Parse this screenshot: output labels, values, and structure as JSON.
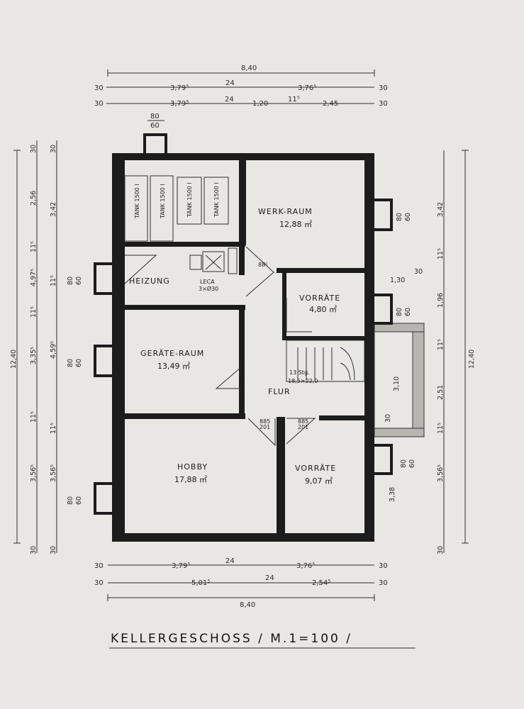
{
  "title": "KELLERGESCHOSS / M.1=100 /",
  "top_dims": {
    "overall": "8,40",
    "row1": [
      "30",
      "3,79⁵",
      "24",
      "3,76⁵",
      "30"
    ],
    "row2": [
      "30",
      "3,79⁵",
      "24",
      "1,20",
      "11⁵",
      "2,45",
      "30"
    ],
    "window_top": [
      "80",
      "60"
    ]
  },
  "bottom_dims": {
    "row1": [
      "30",
      "3,79⁵",
      "24",
      "3,76⁵",
      "30"
    ],
    "row2": [
      "30",
      "5,01⁵",
      "24",
      "2,54⁵",
      "30"
    ],
    "overall": "8,40"
  },
  "left_dims": {
    "overall": "12,40",
    "outer": [
      "30",
      "2,56",
      "11⁵",
      "4,97⁵",
      "11⁵",
      "3,35⁵",
      "11⁵",
      "3,56⁵",
      "30"
    ],
    "inner": [
      "30",
      "3,42",
      "11⁵",
      "4,59⁵",
      "11⁵",
      "3,56⁵",
      "30"
    ],
    "windows": [
      [
        "80",
        "60"
      ],
      [
        "80",
        "60"
      ],
      [
        "80",
        "60"
      ]
    ]
  },
  "right_dims": {
    "overall": "12,40",
    "inner": [
      "3,42",
      "11⁵",
      "1,96",
      "11⁵",
      "2,51",
      "11⁵",
      "3,56⁵",
      "30"
    ],
    "windows": [
      [
        "80",
        "60"
      ],
      [
        "80",
        "60"
      ],
      [
        "80",
        "60"
      ]
    ],
    "misc": [
      "1,30",
      "30",
      "3,10",
      "30",
      "3,38"
    ]
  },
  "rooms": [
    {
      "name": "WERK-RAUM",
      "area": "12,88 ㎡"
    },
    {
      "name": "HEIZUNG",
      "area": ""
    },
    {
      "name": "VORRÄTE",
      "area": "4,80 ㎡"
    },
    {
      "name": "GERÄTE-RAUM",
      "area": "13,49 ㎡"
    },
    {
      "name": "FLUR",
      "area": ""
    },
    {
      "name": "HOBBY",
      "area": "17,88 ㎡"
    },
    {
      "name": "VORRÄTE",
      "area": "9,07 ㎡"
    }
  ],
  "tanks": [
    "TANK 1500 l",
    "TANK 1500 l",
    "TANK 1500 l",
    "TANK 1500 l"
  ],
  "labels": {
    "leca": "LECA",
    "leca_size": "3×Ø30",
    "stairs": "13 Stg.",
    "stairs_size": "18,5×22,0",
    "door_885": "885",
    "door_201": "201",
    "door_88": "88",
    "door_88_5": "88⁵"
  }
}
